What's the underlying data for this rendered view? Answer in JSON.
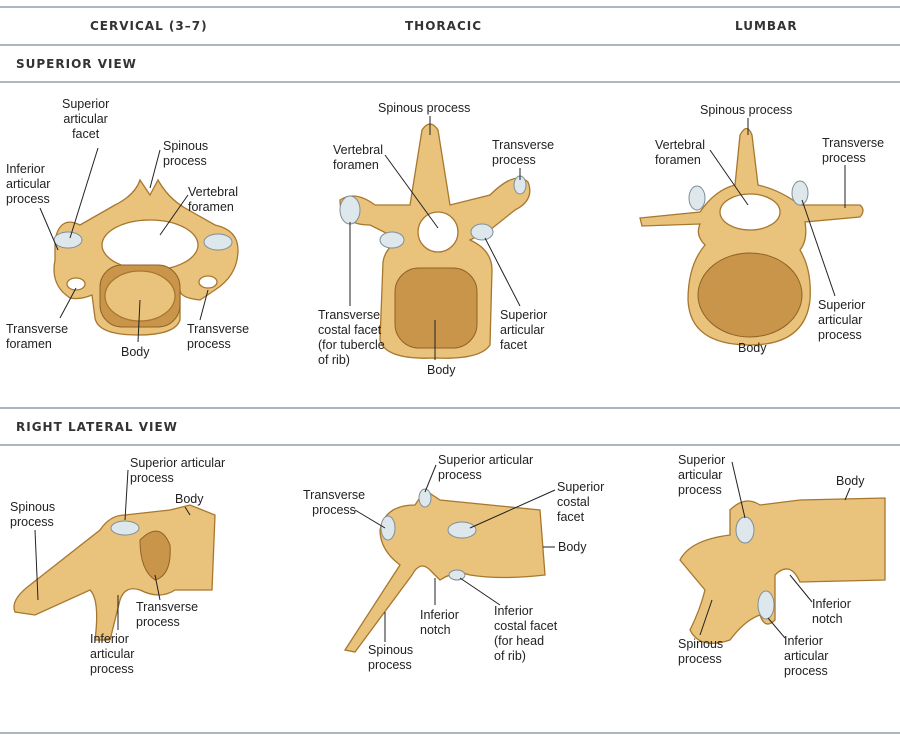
{
  "columns": {
    "cervical": "CERVICAL (3–7)",
    "thoracic": "THORACIC",
    "lumbar": "LUMBAR"
  },
  "sections": {
    "superior": "SUPERIOR VIEW",
    "lateral": "RIGHT LATERAL VIEW"
  },
  "superior": {
    "cervical": {
      "superior_articular_facet": "Superior\narticular\nfacet",
      "spinous_process": "Spinous\nprocess",
      "inferior_articular_process": "Inferior\narticular\nprocess",
      "vertebral_foramen": "Vertebral\nforamen",
      "transverse_foramen": "Transverse\nforamen",
      "body": "Body",
      "transverse_process": "Transverse\nprocess"
    },
    "thoracic": {
      "spinous_process": "Spinous process",
      "vertebral_foramen": "Vertebral\nforamen",
      "transverse_process": "Transverse\nprocess",
      "transverse_costal_facet": "Transverse\ncostal facet\n(for tubercle\nof rib)",
      "superior_articular_facet": "Superior\narticular\nfacet",
      "body": "Body"
    },
    "lumbar": {
      "spinous_process": "Spinous process",
      "vertebral_foramen": "Vertebral\nforamen",
      "transverse_process": "Transverse\nprocess",
      "superior_articular_process": "Superior\narticular\nprocess",
      "body": "Body"
    }
  },
  "lateral": {
    "cervical": {
      "superior_articular_process": "Superior articular\nprocess",
      "body": "Body",
      "spinous_process": "Spinous\nprocess",
      "transverse_process": "Transverse\nprocess",
      "inferior_articular_process": "Inferior\narticular\nprocess"
    },
    "thoracic": {
      "superior_articular_process": "Superior articular\nprocess",
      "transverse_process": "Transverse\nprocess",
      "superior_costal_facet": "Superior\ncostal\nfacet",
      "body": "Body",
      "inferior_notch": "Inferior\nnotch",
      "inferior_costal_facet": "Inferior\ncostal facet\n(for head\nof rib)",
      "spinous_process": "Spinous\nprocess"
    },
    "lumbar": {
      "superior_articular_process": "Superior\narticular\nprocess",
      "body": "Body",
      "inferior_notch": "Inferior\nnotch",
      "spinous_process": "Spinous\nprocess",
      "inferior_articular_process": "Inferior\narticular\nprocess"
    }
  }
}
